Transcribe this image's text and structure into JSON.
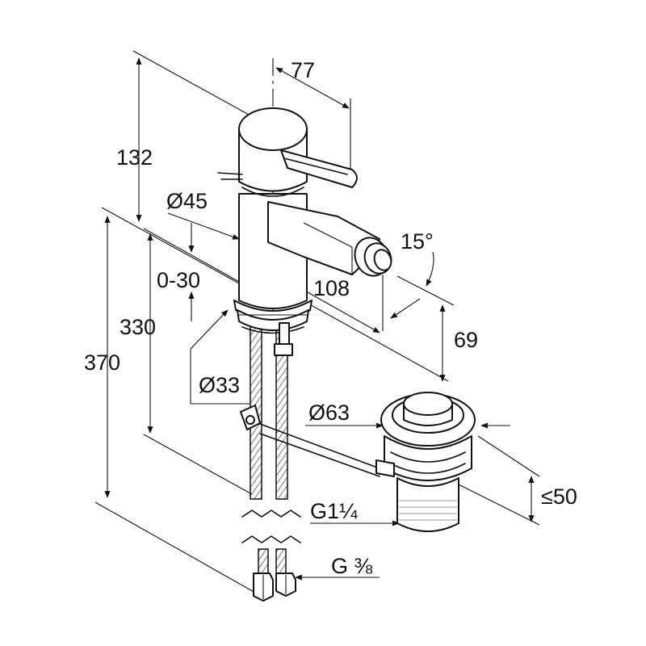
{
  "dimensions": {
    "handle_reach": "77",
    "height_top": "132",
    "body_diameter": "Ø45",
    "adjust_range": "0-30",
    "spout_angle": "15°",
    "spout_reach": "108",
    "height_330": "330",
    "height_370": "370",
    "spout_height": "69",
    "shank_diameter": "Ø33",
    "waste_diameter": "Ø63",
    "waste_thread": "G1¼",
    "waste_depth": "≤50",
    "hose_thread": "G ⅜"
  },
  "colors": {
    "line": "#111111",
    "background": "#ffffff"
  }
}
